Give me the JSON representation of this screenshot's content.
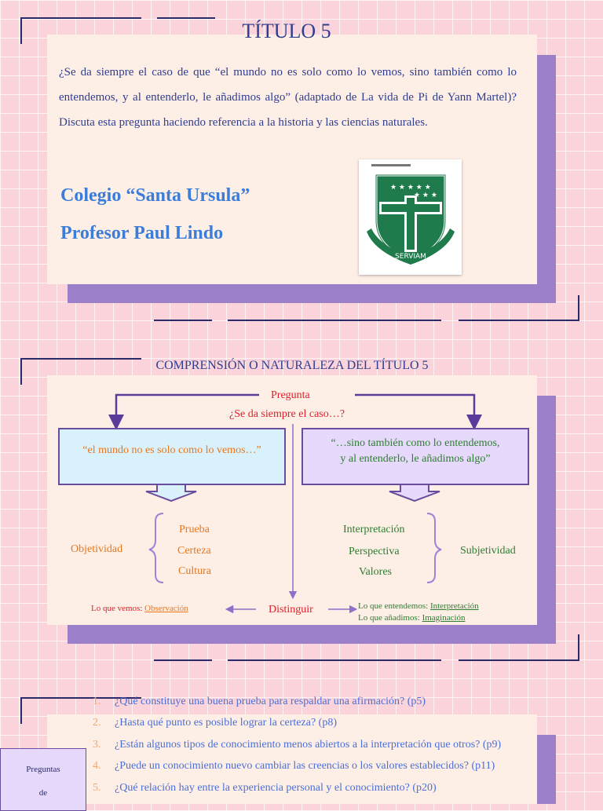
{
  "slide1": {
    "title": "TÍTULO 5",
    "question": "¿Se da siempre el caso de que “el mundo no es solo como lo vemos, sino también como lo entendemos, y al entenderlo, le añadimos algo” (adaptado de La vida de Pi de Yann Martel)? Discuta esta pregunta haciendo referencia a la historia y las ciencias naturales.",
    "school": "Colegio “Santa Ursula”",
    "teacher": "Profesor Paul Lindo",
    "crest_motto": "SERVIAM"
  },
  "slide2": {
    "title": "COMPRENSIÓN O NATURALEZA DEL TÍTULO 5",
    "pregunta_label": "Pregunta",
    "pregunta_text": "¿Se da siempre el caso…?",
    "left_box": "“el mundo no es solo como lo vemos…”",
    "right_box_line1": "“…sino también como lo entendemos,",
    "right_box_line2": "y al entenderlo, le añadimos algo”",
    "left_items": [
      "Prueba",
      "Certeza",
      "Cultura"
    ],
    "left_category": "Objetividad",
    "right_items": [
      "Interpretación",
      "Perspectiva",
      "Valores"
    ],
    "right_category": "Subjetividad",
    "distinguir": "Distinguir",
    "lo_que_vemos": "Lo que vemos: ",
    "observacion": "Observación",
    "lo_que_entendemos": "Lo que entendemos: ",
    "interpretacion": "Interpretación",
    "lo_que_anadimos": "Lo que añadimos: ",
    "imaginacion": "Imaginación",
    "colors": {
      "red": "#e0202a",
      "orange": "#e8771e",
      "green": "#2e7d32",
      "purple": "#6a4c9c"
    }
  },
  "slide3": {
    "side_label_line1": "Preguntas",
    "side_label_line2": "de",
    "questions": [
      {
        "num": "1.",
        "text": "¿Qué constituye una buena prueba para respaldar una afirmación? (p5)"
      },
      {
        "num": "2.",
        "text": "¿Hasta qué punto es posible lograr la certeza? (p8)"
      },
      {
        "num": "3.",
        "text": "¿Están algunos tipos de conocimiento menos abiertos a la interpretación que otros? (p9)"
      },
      {
        "num": "4.",
        "text": "¿Puede un conocimiento nuevo cambiar las creencias o los valores establecidos? (p11)"
      },
      {
        "num": "5.",
        "text": "¿Qué relación hay entre la experiencia personal y el conocimiento? (p20)"
      }
    ]
  }
}
